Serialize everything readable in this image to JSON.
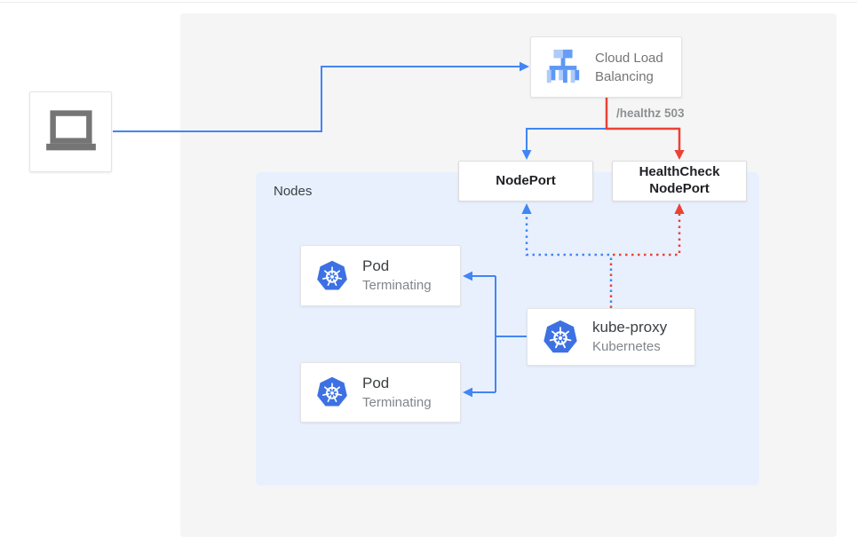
{
  "colors": {
    "blue_line": "#4285f4",
    "red_line": "#ea4335",
    "panel_bg": "#f5f5f5",
    "nodes_bg": "#e8f0fe",
    "kubernetes_blue": "#3d71e3",
    "laptop_gray": "#757575"
  },
  "icons": {
    "client": "laptop-icon",
    "load_balancer": "load-balancer-icon",
    "kubernetes": "kubernetes-icon"
  },
  "cloud_load_balancing": {
    "label": "Cloud Load Balancing"
  },
  "healthz": {
    "label": "/healthz 503"
  },
  "nodeport": {
    "label": "NodePort"
  },
  "healthcheck_nodeport": {
    "label": "HealthCheck NodePort"
  },
  "nodes_group": {
    "label": "Nodes"
  },
  "pods": [
    {
      "title": "Pod",
      "subtitle": "Terminating"
    },
    {
      "title": "Pod",
      "subtitle": "Terminating"
    }
  ],
  "kube_proxy": {
    "title": "kube-proxy",
    "subtitle": "Kubernetes"
  }
}
